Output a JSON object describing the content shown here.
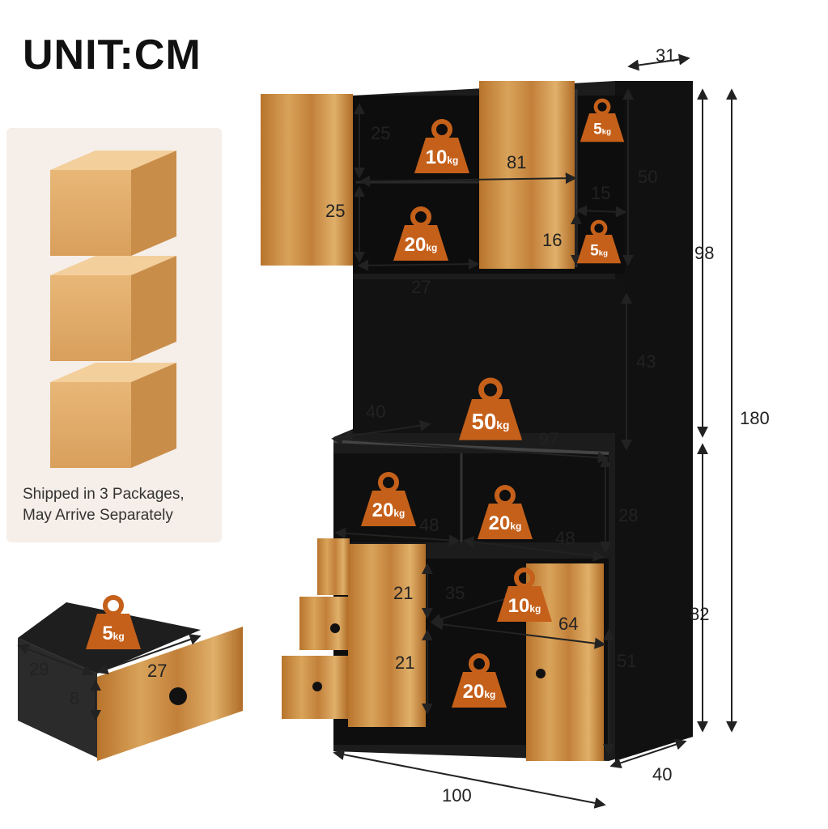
{
  "title": "UNIT:CM",
  "shipping": {
    "line1": "Shipped in 3 Packages,",
    "line2": "May Arrive Separately"
  },
  "weights": {
    "unit": "kg",
    "top_left_upper": "10",
    "top_left_lower": "20",
    "top_right_upper": "5",
    "top_right_lower": "5",
    "counter": "50",
    "mid_left": "20",
    "mid_right": "20",
    "bottom_right_upper": "10",
    "bottom_right_lower": "20",
    "drawer": "5"
  },
  "dimensions": {
    "depth_top": "31",
    "upper_shelf_h1": "25",
    "upper_shelf_h2": "25",
    "upper_width": "81",
    "upper_height": "50",
    "side_width": "15",
    "side_height": "16",
    "upper_depth": "27",
    "upper_total": "98",
    "open_height": "43",
    "total_height": "180",
    "counter_depth": "40",
    "counter_width": "97",
    "cubby_width_left": "48",
    "cubby_width_right": "48",
    "cubby_height": "28",
    "lower_total": "82",
    "lower_shelf_h1": "21",
    "lower_shelf_h2": "21",
    "lower_depth": "35",
    "lower_width": "64",
    "lower_height": "51",
    "base_width": "100",
    "base_depth": "40",
    "drawer_depth": "29",
    "drawer_width": "27",
    "drawer_height": "8"
  },
  "colors": {
    "weight_badge": "#c5601a",
    "cabinet": "#1a1a1a",
    "wood": "#c68a3e",
    "box": "#e3ad6b"
  }
}
